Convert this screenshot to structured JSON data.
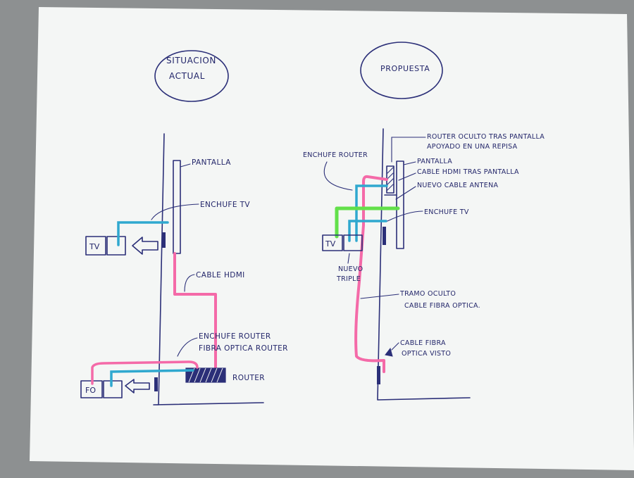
{
  "colors": {
    "ink": "#2b2f78",
    "pink": "#f46aa8",
    "cyan": "#2fa8cf",
    "green": "#62e04a",
    "paper": "#f4f6f5"
  },
  "left": {
    "heading_line1": "SITUACION",
    "heading_line2": "ACTUAL",
    "pantalla": "PANTALLA",
    "enchufe_tv": "ENCHUFE TV",
    "tv_box": "TV",
    "cable_hdmi": "CABLE HDMI",
    "enchufe_router": "ENCHUFE ROUTER",
    "fibra_router": "FIBRA OPTICA ROUTER",
    "router": "ROUTER",
    "fo_box": "FO"
  },
  "right": {
    "heading": "PROPUESTA",
    "router_oculto_line1": "ROUTER OCULTO TRAS PANTALLA",
    "router_oculto_line2": "APOYADO EN UNA REPISA",
    "enchufe_router": "ENCHUFE ROUTER",
    "pantalla": "PANTALLA",
    "cable_hdmi": "CABLE HDMI TRAS PANTALLA",
    "nuevo_cable": "NUEVO CABLE ANTENA",
    "enchufe_tv": "ENCHUFE TV",
    "tv_box": "TV",
    "nuevo_triple_line1": "NUEVO",
    "nuevo_triple_line2": "TRIPLE",
    "tramo_line1": "TRAMO OCULTO",
    "tramo_line2": "CABLE FIBRA OPTICA.",
    "fibra_visto_line1": "CABLE FIBRA",
    "fibra_visto_line2": "OPTICA VISTO"
  }
}
